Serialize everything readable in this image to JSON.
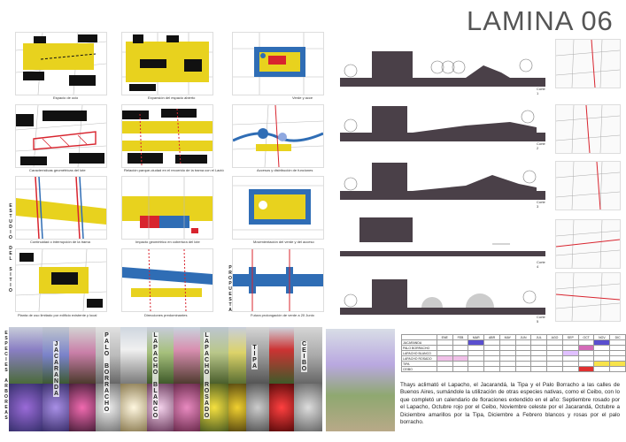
{
  "title": "LAMINA 06",
  "left_labels": {
    "estudio": "ESTUDIO DEL SITIO",
    "propuesta": "PROPUESTA",
    "especies": "ESPECIES ARBOREAS"
  },
  "diagram_captions": [
    "Espacio de ocio",
    "Expansión del espacio abierto",
    "Verde y acce",
    "Características geométricas del lote",
    "Relación parque-ciudad en el recorrido de la trama con el Lactó",
    "Accesos y distribución de funciones",
    "Continuidad o interrupción de la trama",
    "Impacto geométrico en cobertura del lote",
    "Movimientación del verde y del acceso",
    "Planta de uso limitado por edificio existente y local",
    "Direcciones predominantes",
    "Futura prolongación de verde a 20 Junio"
  ],
  "cortes": [
    "Corte 1",
    "Corte 2",
    "Corte 3",
    "Corte 4",
    "Corte 5"
  ],
  "species": [
    "JACARANDA",
    "PALO BORRACHO",
    "LAPACHO BLANCO",
    "LAPACHO ROSADO",
    "TIPA",
    "CEIBO"
  ],
  "calendar": {
    "months": [
      "ENE",
      "FEB",
      "MAR",
      "ABR",
      "MAY",
      "JUN",
      "JUL",
      "AGO",
      "SEP",
      "OCT",
      "NOV",
      "DIC"
    ],
    "rows": [
      {
        "name": "JACARANDA",
        "cells": [
          "",
          "",
          "#5a4fcf",
          "",
          "",
          "",
          "",
          "",
          "",
          "",
          "#5a4fcf",
          ""
        ]
      },
      {
        "name": "PALO BORRACHO",
        "cells": [
          "",
          "",
          "",
          "",
          "",
          "",
          "",
          "",
          "",
          "#d36ab8",
          "",
          ""
        ]
      },
      {
        "name": "LAPACHO BLANCO",
        "cells": [
          "",
          "",
          "",
          "",
          "",
          "",
          "",
          "",
          "#e0c0ff",
          "",
          "",
          ""
        ]
      },
      {
        "name": "LAPACHO ROSADO",
        "cells": [
          "#f0c0e8",
          "#f0c0e8",
          "",
          "",
          "",
          "",
          "",
          "",
          "",
          "",
          "",
          ""
        ]
      },
      {
        "name": "TIPA",
        "cells": [
          "",
          "",
          "",
          "",
          "",
          "",
          "",
          "",
          "",
          "",
          "#f7e34a",
          "#f7e34a"
        ]
      },
      {
        "name": "CEIBO",
        "cells": [
          "",
          "",
          "",
          "",
          "",
          "",
          "",
          "",
          "",
          "#e03030",
          "",
          ""
        ]
      }
    ]
  },
  "description": "Thays aclimató el Lapacho, el Jacarandá, la Tipa y el Palo Borracho a las calles de Buenos Aires, sumándole la utilización de otras especies nativas, como el Ceibo, con lo que completó un calendario de floraciones extendido en el año: Septiembre rosado por el Lapacho, Octubre rojo por el Ceibo, Noviembre celeste por el Jacarandá, Octubre a Diciembre amarillos por la Tipa, Diciembre a Febrero blancos y rosas por el palo borracho.",
  "colors": {
    "yellow": "#e8d21e",
    "black": "#111111",
    "blue": "#2f6db5",
    "red": "#d8242e",
    "section": "#4a4048"
  }
}
